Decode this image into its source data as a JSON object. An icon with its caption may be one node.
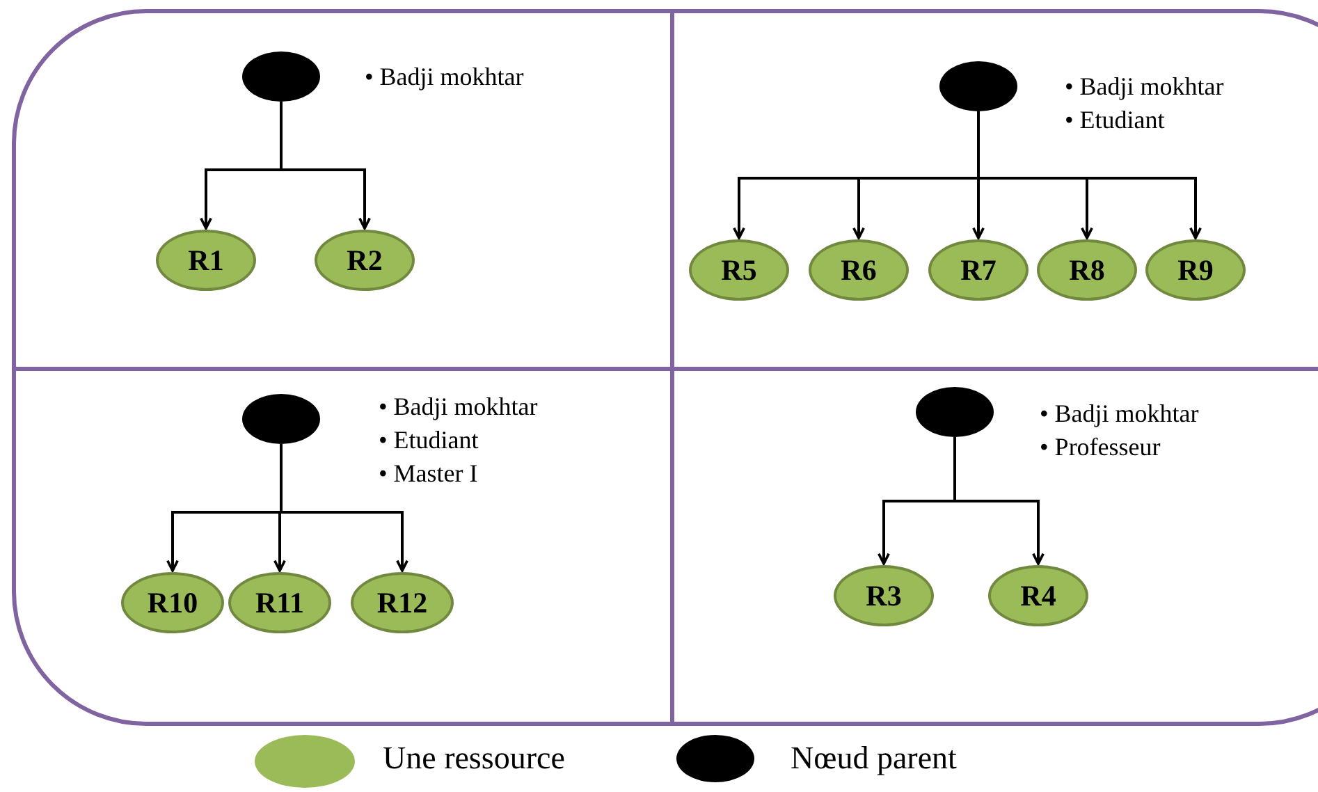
{
  "diagram": {
    "nodes": [
      {
        "text": [],
        "shape": "ellipse",
        "beside": [
          "• Badji mokhtar"
        ]
      },
      {
        "text": [
          "R1"
        ]
      },
      {
        "text": [
          "R2"
        ]
      },
      {
        "text": [],
        "shape": "ellipse",
        "beside": [
          "• Badji mokhtar",
          "• Etudiant"
        ]
      },
      {
        "text": [
          "R5"
        ]
      },
      {
        "text": [
          "R6"
        ]
      },
      {
        "text": [
          "R7"
        ]
      },
      {
        "text": [
          "R8"
        ]
      },
      {
        "text": [
          "R9"
        ]
      },
      {
        "text": [],
        "shape": "ellipse",
        "beside": [
          "• Badji mokhtar",
          "• Etudiant",
          "• Master I"
        ]
      },
      {
        "text": [
          "R10"
        ]
      },
      {
        "text": [
          "R11"
        ]
      },
      {
        "text": [
          "R12"
        ]
      },
      {
        "text": [],
        "shape": "ellipse",
        "beside": [
          "• Badji mokhtar",
          "• Professeur"
        ]
      },
      {
        "text": [
          "R3"
        ]
      },
      {
        "text": [
          "R4"
        ]
      }
    ],
    "edges": [
      {
        "from": 0,
        "to": 1,
        "arrow": "to"
      },
      {
        "from": 0,
        "to": 2,
        "arrow": "to"
      },
      {
        "from": 3,
        "to": 4,
        "arrow": "to"
      },
      {
        "from": 3,
        "to": 5,
        "arrow": "to"
      },
      {
        "from": 3,
        "to": 6,
        "arrow": "to"
      },
      {
        "from": 3,
        "to": 7,
        "arrow": "to"
      },
      {
        "from": 3,
        "to": 8,
        "arrow": "to"
      },
      {
        "from": 9,
        "to": 10,
        "arrow": "to"
      },
      {
        "from": 9,
        "to": 11,
        "arrow": "to"
      },
      {
        "from": 9,
        "to": 12,
        "arrow": "to"
      },
      {
        "from": 13,
        "to": 14,
        "arrow": "to"
      },
      {
        "from": 13,
        "to": 15,
        "arrow": "to"
      }
    ],
    "legend": [
      {
        "text": "Une ressource",
        "color": "#9bbb59"
      },
      {
        "text": "Nœud parent",
        "color": "#000000"
      }
    ]
  }
}
